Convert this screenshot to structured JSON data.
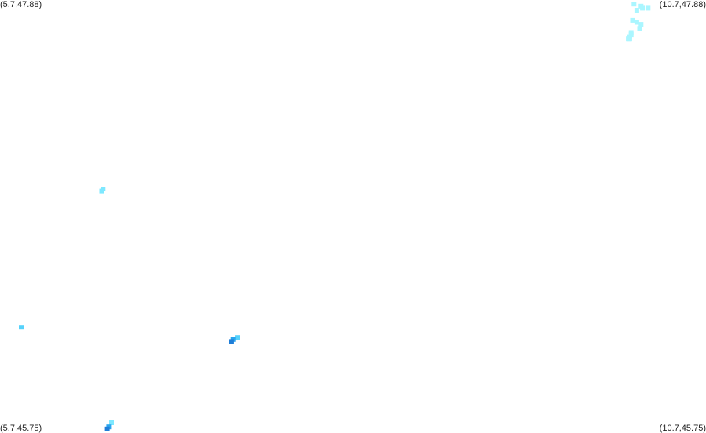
{
  "corners": {
    "top_left": "(5.7,47.88)",
    "top_right": "(10.7,47.88)",
    "bottom_left": "(5.7,45.75)",
    "bottom_right": "(10.7,45.75)"
  },
  "bounds": {
    "lon_min": 5.7,
    "lon_max": 10.7,
    "lat_min": 45.75,
    "lat_max": 47.88
  },
  "colors": {
    "background": "#ffffff",
    "pale_cyan": "#aaf6ff",
    "light_cyan": "#7ee8ff",
    "sky_blue": "#56d2fb",
    "medium_blue": "#2aa5ee",
    "deep_blue": "#1f7ed8"
  },
  "points": [
    {
      "lon": 10.19,
      "lat": 47.86,
      "color": "pale_cyan"
    },
    {
      "lon": 10.24,
      "lat": 47.85,
      "color": "pale_cyan"
    },
    {
      "lon": 10.25,
      "lat": 47.84,
      "color": "pale_cyan"
    },
    {
      "lon": 10.29,
      "lat": 47.84,
      "color": "pale_cyan"
    },
    {
      "lon": 10.21,
      "lat": 47.83,
      "color": "pale_cyan"
    },
    {
      "lon": 10.18,
      "lat": 47.78,
      "color": "pale_cyan"
    },
    {
      "lon": 10.21,
      "lat": 47.77,
      "color": "pale_cyan"
    },
    {
      "lon": 10.24,
      "lat": 47.76,
      "color": "pale_cyan"
    },
    {
      "lon": 10.23,
      "lat": 47.74,
      "color": "pale_cyan"
    },
    {
      "lon": 10.17,
      "lat": 47.72,
      "color": "pale_cyan"
    },
    {
      "lon": 10.17,
      "lat": 47.71,
      "color": "pale_cyan"
    },
    {
      "lon": 10.16,
      "lat": 47.7,
      "color": "pale_cyan"
    },
    {
      "lon": 10.15,
      "lat": 47.69,
      "color": "pale_cyan"
    },
    {
      "lon": 10.16,
      "lat": 47.69,
      "color": "pale_cyan"
    },
    {
      "lon": 6.43,
      "lat": 46.95,
      "color": "light_cyan"
    },
    {
      "lon": 6.42,
      "lat": 46.94,
      "color": "light_cyan"
    },
    {
      "lon": 5.85,
      "lat": 46.27,
      "color": "sky_blue"
    },
    {
      "lon": 7.38,
      "lat": 46.22,
      "color": "sky_blue"
    },
    {
      "lon": 7.35,
      "lat": 46.21,
      "color": "medium_blue"
    },
    {
      "lon": 7.34,
      "lat": 46.2,
      "color": "deep_blue"
    },
    {
      "lon": 6.49,
      "lat": 45.8,
      "color": "light_cyan"
    },
    {
      "lon": 6.47,
      "lat": 45.78,
      "color": "medium_blue"
    },
    {
      "lon": 6.46,
      "lat": 45.77,
      "color": "deep_blue"
    }
  ]
}
